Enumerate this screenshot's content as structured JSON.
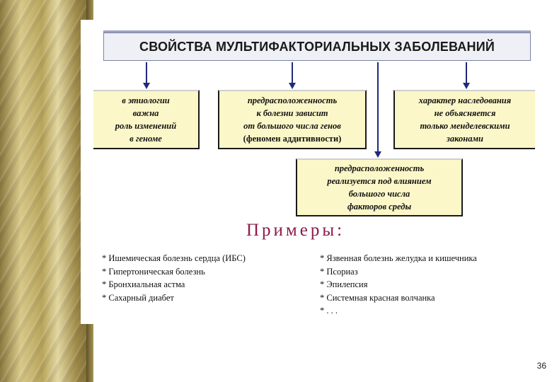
{
  "title": "СВОЙСТВА МУЛЬТИФАКТОРИАЛЬНЫХ ЗАБОЛЕВАНИЙ",
  "boxes": [
    {
      "lines": [
        "в этиологии",
        "важна",
        "роль изменений",
        "в геноме"
      ]
    },
    {
      "lines": [
        "предрасположенность",
        "к болезни зависит",
        "от большого числа генов",
        "(феномен аддитивности)"
      ]
    },
    {
      "lines": [
        "характер наследования",
        "не объясняется",
        "только менделевскими",
        "законами"
      ]
    },
    {
      "lines": [
        "предрасположенность",
        "реализуется под влиянием",
        "большого числа",
        "факторов среды"
      ]
    }
  ],
  "examples": {
    "title": "Примеры:",
    "left": [
      "* Ишемическая болезнь сердца (ИБС)",
      "* Гипертоническая болезнь",
      "* Бронхиальная астма",
      "* Сахарный диабет"
    ],
    "right": [
      "* Язвенная болезнь желудка и кишечника",
      "* Псориаз",
      "* Эпилепсия",
      "* Системная красная волчанка",
      "* . . ."
    ]
  },
  "page_number": "36",
  "colors": {
    "box_fill": "#fbf7c8",
    "arrow": "#1f2a7a",
    "examples_title": "#8b1a4a",
    "title_bg": "#eef0f6"
  }
}
